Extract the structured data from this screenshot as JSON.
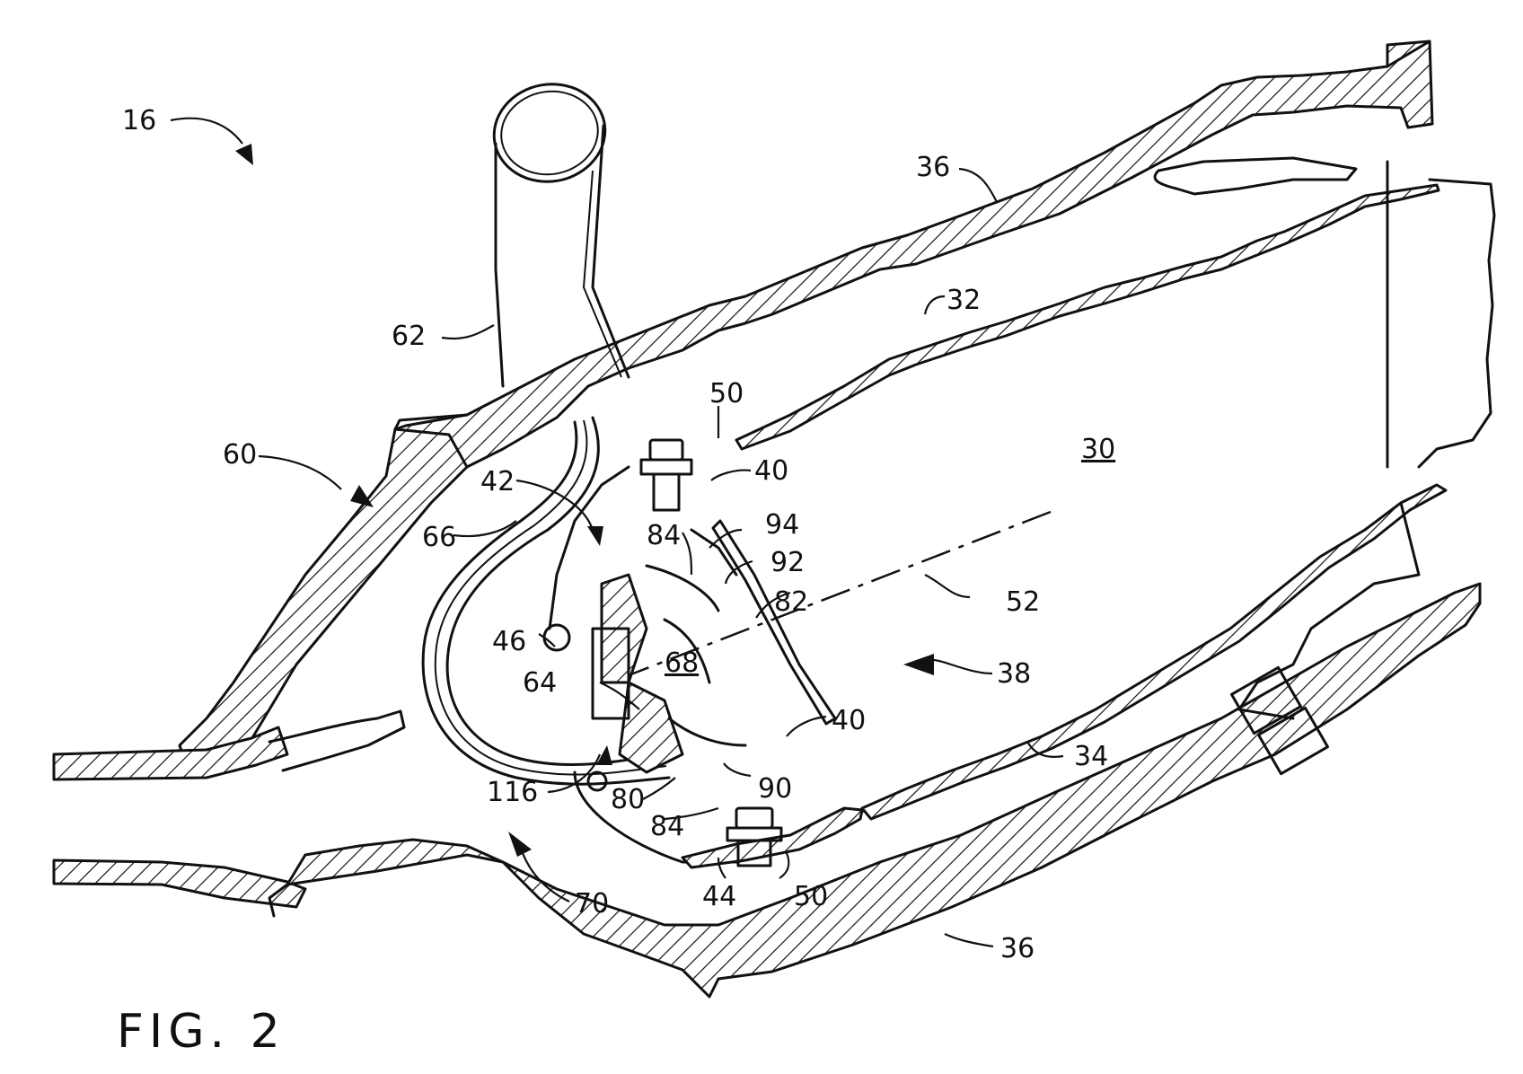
{
  "figure": {
    "caption": "FIG. 2"
  },
  "labels": {
    "l16": "16",
    "l36_top": "36",
    "l32": "32",
    "l62": "62",
    "l50_top": "50",
    "l60": "60",
    "l42": "42",
    "l40_top": "40",
    "l30": "30",
    "l66": "66",
    "l84_top": "84",
    "l94": "94",
    "l92": "92",
    "l82": "82",
    "l52": "52",
    "l46": "46",
    "l68": "68",
    "l64": "64",
    "l38": "38",
    "l40_bottom": "40",
    "l116": "116",
    "l90": "90",
    "l34": "34",
    "l80": "80",
    "l84_bottom": "84",
    "l70": "70",
    "l44": "44",
    "l50_bottom": "50",
    "l36_bottom": "36"
  },
  "colors": {
    "ink": "#111111",
    "paper": "#ffffff"
  }
}
